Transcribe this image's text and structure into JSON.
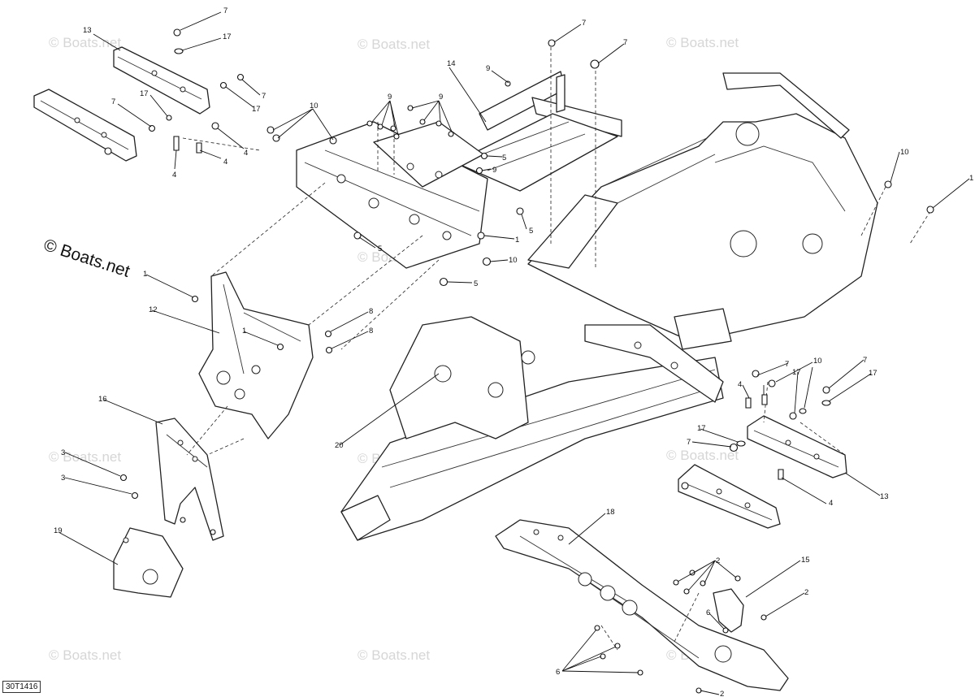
{
  "diagram": {
    "drawing_id": "30T1416",
    "copyright": "© Boats.net",
    "watermark": "© Boats.net",
    "callouts": [
      {
        "id": "c7a",
        "text": "7"
      },
      {
        "id": "c17a",
        "text": "17"
      },
      {
        "id": "c13a",
        "text": "13"
      },
      {
        "id": "c7b",
        "text": "7"
      },
      {
        "id": "c17b",
        "text": "17"
      },
      {
        "id": "c17c",
        "text": "17"
      },
      {
        "id": "c7c",
        "text": "7"
      },
      {
        "id": "c4a",
        "text": "4"
      },
      {
        "id": "c4b",
        "text": "4"
      },
      {
        "id": "c4c",
        "text": "4"
      },
      {
        "id": "c10a",
        "text": "10"
      },
      {
        "id": "c9a",
        "text": "9"
      },
      {
        "id": "c9b",
        "text": "9"
      },
      {
        "id": "c14",
        "text": "14"
      },
      {
        "id": "c9c",
        "text": "9"
      },
      {
        "id": "c7d",
        "text": "7"
      },
      {
        "id": "c7e",
        "text": "7"
      },
      {
        "id": "c5a",
        "text": "5"
      },
      {
        "id": "c9d",
        "text": "9"
      },
      {
        "id": "c5b",
        "text": "5"
      },
      {
        "id": "c1a",
        "text": "1"
      },
      {
        "id": "c5c",
        "text": "5"
      },
      {
        "id": "c10b",
        "text": "10"
      },
      {
        "id": "c5d",
        "text": "5"
      },
      {
        "id": "c10c",
        "text": "10"
      },
      {
        "id": "c1b",
        "text": "1"
      },
      {
        "id": "c1c",
        "text": "1"
      },
      {
        "id": "c12",
        "text": "12"
      },
      {
        "id": "c8a",
        "text": "8"
      },
      {
        "id": "c8b",
        "text": "8"
      },
      {
        "id": "c1d",
        "text": "1"
      },
      {
        "id": "c16",
        "text": "16"
      },
      {
        "id": "c20",
        "text": "20"
      },
      {
        "id": "c3a",
        "text": "3"
      },
      {
        "id": "c3b",
        "text": "3"
      },
      {
        "id": "c19",
        "text": "19"
      },
      {
        "id": "c10d",
        "text": "10"
      },
      {
        "id": "c4d",
        "text": "4"
      },
      {
        "id": "c7f",
        "text": "7"
      },
      {
        "id": "c17d",
        "text": "17"
      },
      {
        "id": "c7g",
        "text": "7"
      },
      {
        "id": "c17e",
        "text": "17"
      },
      {
        "id": "c17f",
        "text": "17"
      },
      {
        "id": "c7h",
        "text": "7"
      },
      {
        "id": "c13b",
        "text": "13"
      },
      {
        "id": "c4e",
        "text": "4"
      },
      {
        "id": "c18",
        "text": "18"
      },
      {
        "id": "c2a",
        "text": "2"
      },
      {
        "id": "c15",
        "text": "15"
      },
      {
        "id": "c2b",
        "text": "2"
      },
      {
        "id": "c6a",
        "text": "6"
      },
      {
        "id": "c6b",
        "text": "6"
      },
      {
        "id": "c2c",
        "text": "2"
      }
    ]
  }
}
